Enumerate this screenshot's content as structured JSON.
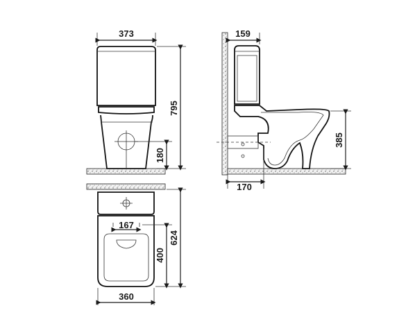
{
  "drawing": {
    "front_view": {
      "width_label": "373",
      "height_label": "795",
      "inlet_height_label": "180"
    },
    "side_view": {
      "tank_depth_label": "159",
      "bowl_height_label": "385",
      "outlet_offset_label": "170"
    },
    "top_view": {
      "bolt_spacing_label": "167",
      "seat_depth_label": "400",
      "overall_depth_label": "624",
      "width_label": "360"
    }
  }
}
